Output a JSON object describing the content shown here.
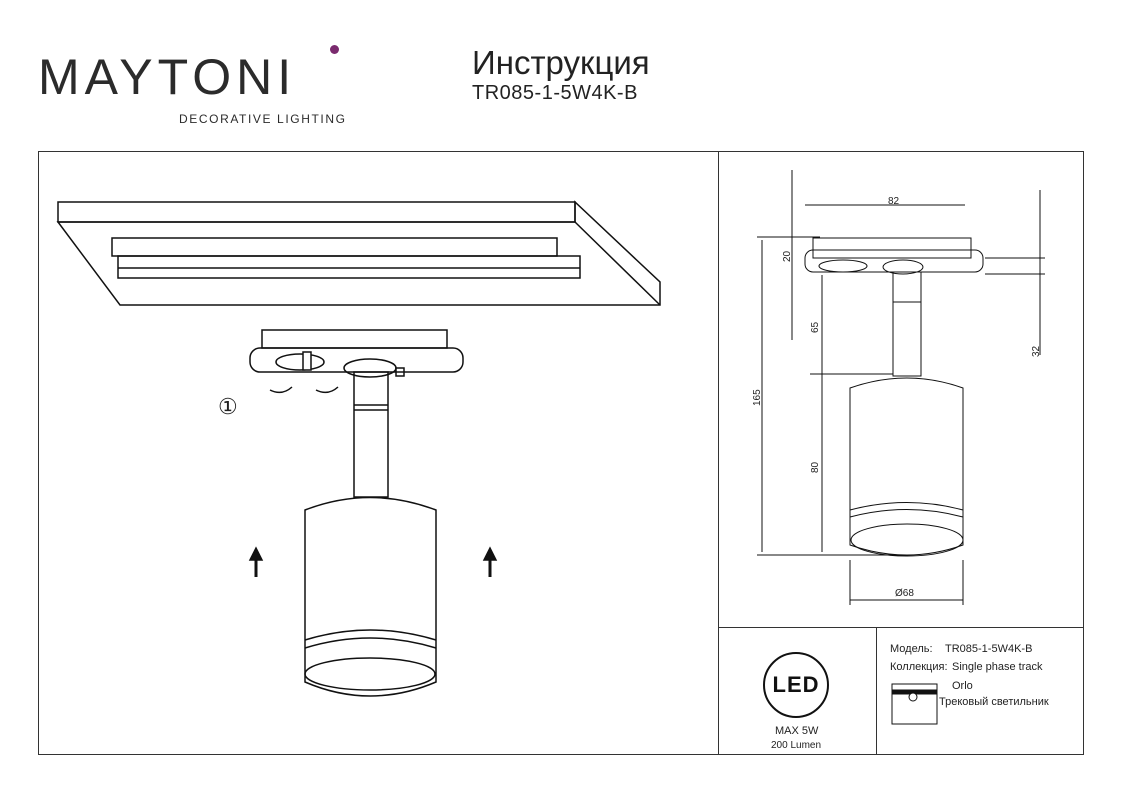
{
  "header": {
    "brand": "MAYTONI",
    "tagline": "DECORATIVE LIGHTING",
    "title": "Инструкция",
    "model": "TR085-1-5W4K-B"
  },
  "diagram": {
    "step_marker": "①",
    "dimensions": {
      "width": "82",
      "adapter_height": "20",
      "stem": "65",
      "total_height": "165",
      "body_height": "80",
      "diameter": "Ø68",
      "offset": "32"
    }
  },
  "specs": {
    "led_label": "LED",
    "max_power": "MAX 5W",
    "lumen": "200 Lumen",
    "model_label": "Модель:",
    "model_value": "TR085-1-5W4K-B",
    "collection_label": "Коллекция:",
    "collection_value": "Single phase track",
    "series": "Orlo",
    "type": "Трековый светильник"
  }
}
